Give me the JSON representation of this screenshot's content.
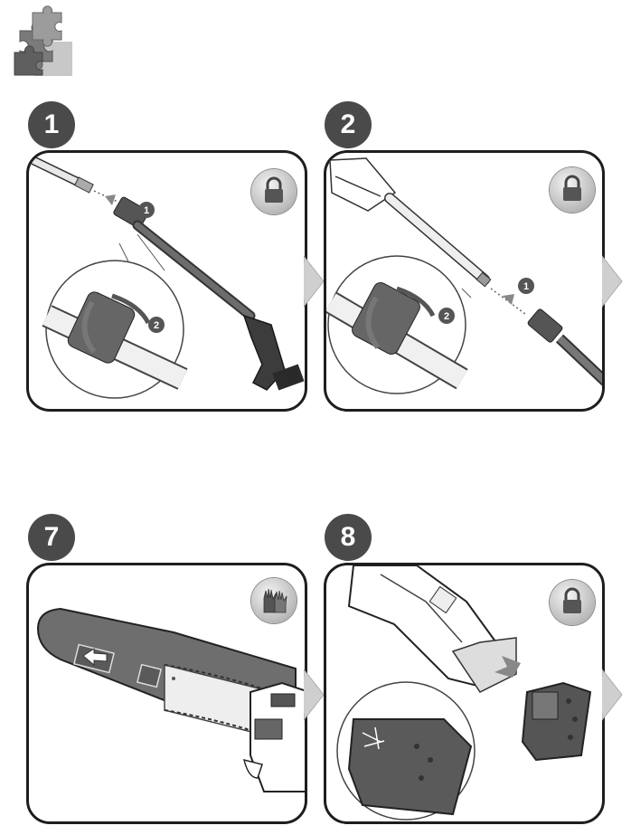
{
  "header": {
    "icon": "puzzle-pieces-icon"
  },
  "steps": [
    {
      "number": "1",
      "badge_icon": "lock-icon",
      "callouts": [
        "1",
        "2"
      ]
    },
    {
      "number": "2",
      "badge_icon": "lock-icon",
      "callouts": [
        "1",
        "2"
      ]
    },
    {
      "number": "7",
      "badge_icon": "gloves-icon",
      "callouts": []
    },
    {
      "number": "8",
      "badge_icon": "lock-icon",
      "callouts": []
    }
  ],
  "colors": {
    "badge": "#4a4a4a",
    "frame": "#1e1e1e",
    "arrow": "#cfcfcf"
  }
}
